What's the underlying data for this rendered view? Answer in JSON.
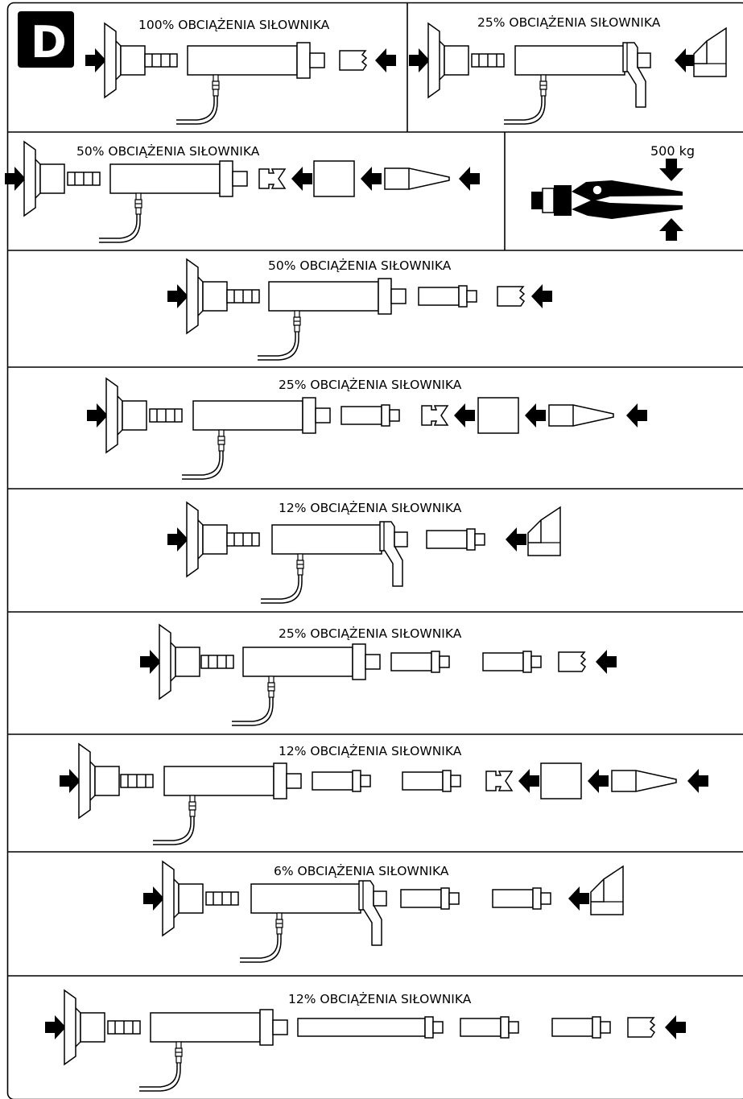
{
  "badge": "D",
  "load_note": "500 kg",
  "labels": [
    "100% OBCIĄŻENIA SIŁOWNIKA",
    "25% OBCIĄŻENIA SIŁOWNIKA",
    "50% OBCIĄŻENIA SIŁOWNIKA",
    "50% OBCIĄŻENIA SIŁOWNIKA",
    "25% OBCIĄŻENIA SIŁOWNIKA",
    "12% OBCIĄŻENIA SIŁOWNIKA",
    "25% OBCIĄŻENIA SIŁOWNIKA",
    "12% OBCIĄŻENIA SIŁOWNIKA",
    "6% OBCIĄŻENIA SIŁOWNIKA",
    "12% OBCIĄŻENIA SIŁOWNIKA"
  ]
}
